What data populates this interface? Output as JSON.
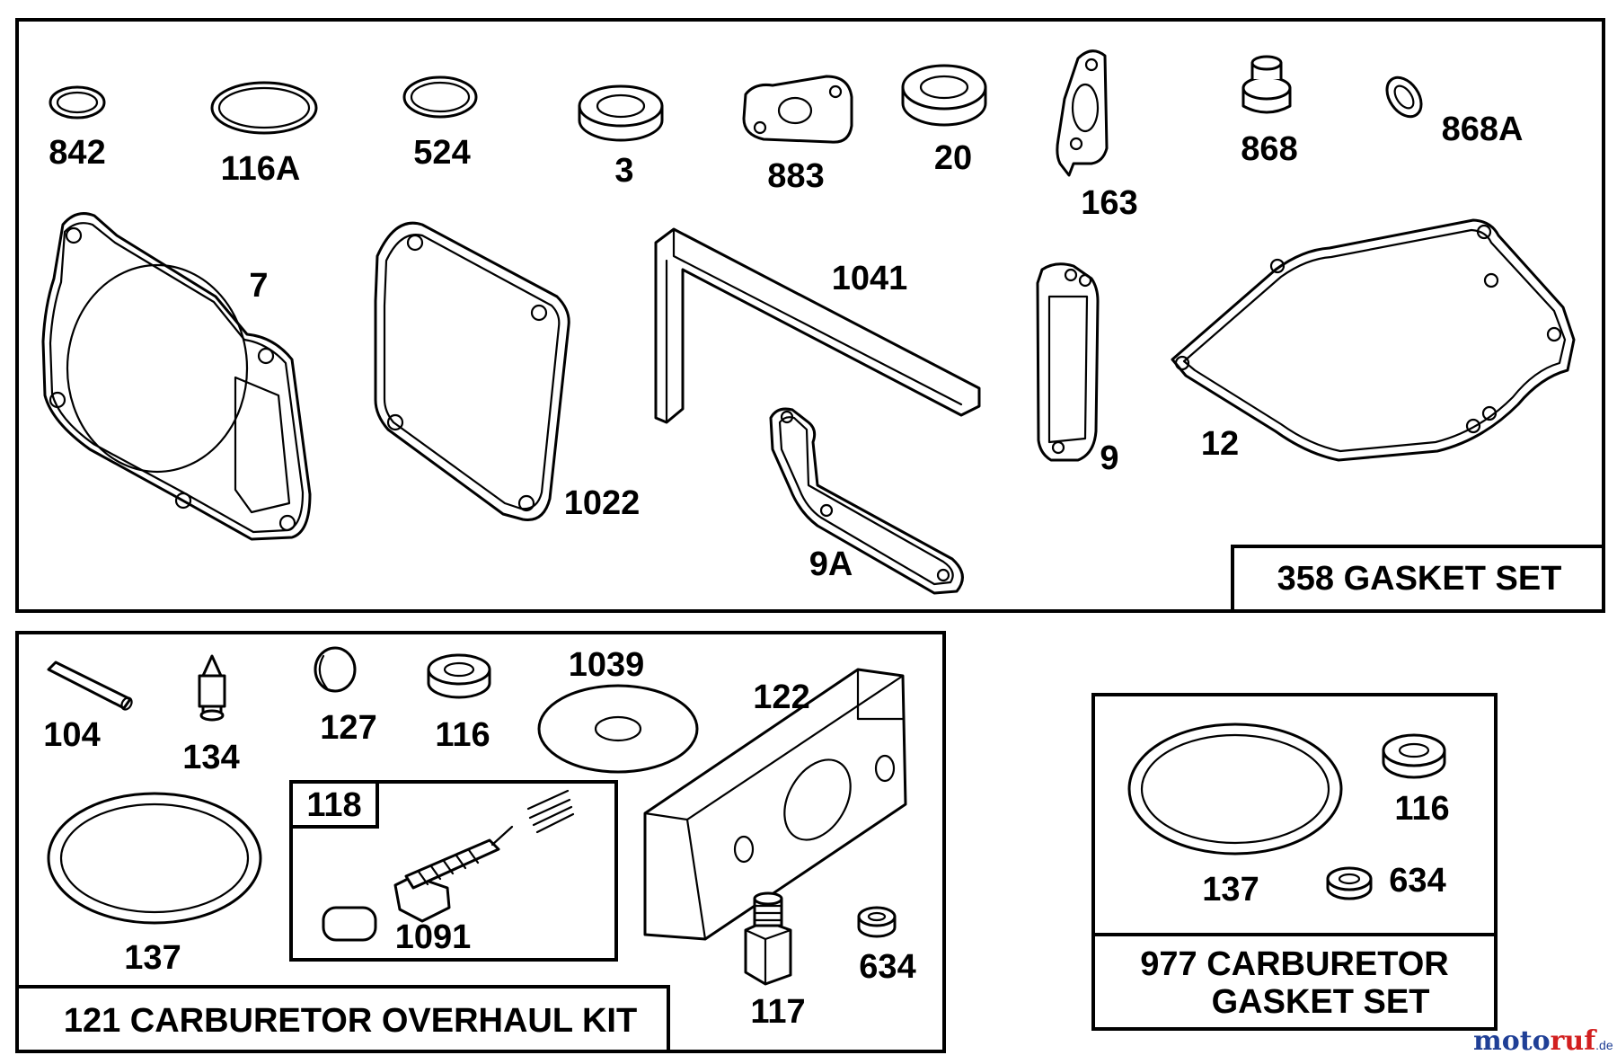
{
  "gasket_set": {
    "title": "358 GASKET SET",
    "labels": [
      "842",
      "116A",
      "524",
      "3",
      "883",
      "20",
      "163",
      "868",
      "868A",
      "7",
      "1022",
      "1041",
      "9A",
      "9",
      "12"
    ]
  },
  "carburetor_overhaul_kit": {
    "title": "121 CARBURETOR OVERHAUL KIT",
    "labels": [
      "104",
      "134",
      "127",
      "116",
      "1039",
      "122",
      "137",
      "634",
      "117"
    ],
    "sub_kit": {
      "title": "118",
      "labels": [
        "1091"
      ]
    }
  },
  "carburetor_gasket_set": {
    "title_line1": "977 CARBURETOR",
    "title_line2": "GASKET SET",
    "labels": [
      "116",
      "137",
      "634"
    ]
  },
  "watermark": {
    "part1": "moto",
    "part2": "ruf",
    "part3": ".de"
  }
}
